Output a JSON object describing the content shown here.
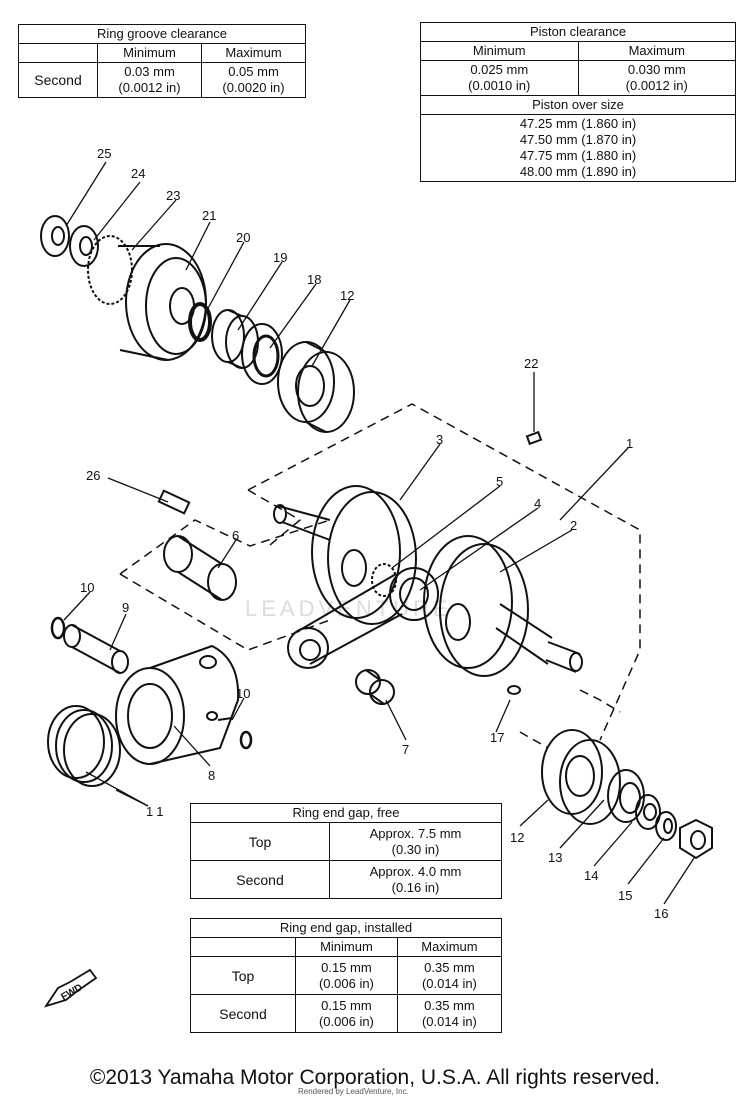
{
  "ring_groove_table": {
    "title": "Ring groove clearance",
    "col_min": "Minimum",
    "col_max": "Maximum",
    "row_label": "Second",
    "min_mm": "0.03 mm",
    "min_in": "(0.0012 in)",
    "max_mm": "0.05 mm",
    "max_in": "(0.0020 in)"
  },
  "piston_clearance_table": {
    "title": "Piston clearance",
    "col_min": "Minimum",
    "col_max": "Maximum",
    "min_mm": "0.025 mm",
    "min_in": "(0.0010 in)",
    "max_mm": "0.030 mm",
    "max_in": "(0.0012 in)",
    "oversize_title": "Piston over size",
    "oversizes": [
      "47.25 mm (1.860 in)",
      "47.50 mm (1.870 in)",
      "47.75 mm (1.880 in)",
      "48.00 mm (1.890 in)"
    ]
  },
  "ring_end_gap_free_table": {
    "title": "Ring end gap, free",
    "rows": [
      {
        "label": "Top",
        "value": "Approx. 7.5 mm",
        "value_in": "(0.30 in)"
      },
      {
        "label": "Second",
        "value": "Approx. 4.0 mm",
        "value_in": "(0.16 in)"
      }
    ]
  },
  "ring_end_gap_installed_table": {
    "title": "Ring end gap, installed",
    "col_min": "Minimum",
    "col_max": "Maximum",
    "rows": [
      {
        "label": "Top",
        "min_mm": "0.15 mm",
        "min_in": "(0.006 in)",
        "max_mm": "0.35 mm",
        "max_in": "(0.014 in)"
      },
      {
        "label": "Second",
        "min_mm": "0.15 mm",
        "min_in": "(0.006 in)",
        "max_mm": "0.35 mm",
        "max_in": "(0.014 in)"
      }
    ]
  },
  "part_numbers": {
    "p1": "1",
    "p2": "2",
    "p3": "3",
    "p4": "4",
    "p5": "5",
    "p6": "6",
    "p7": "7",
    "p8": "8",
    "p9": "9",
    "p10a": "10",
    "p10b": "10",
    "p11": "11",
    "p12a": "12",
    "p12b": "12",
    "p13": "13",
    "p14": "14",
    "p15": "15",
    "p16": "16",
    "p17": "17",
    "p18": "18",
    "p19": "19",
    "p20": "20",
    "p21": "21",
    "p22": "22",
    "p23": "23",
    "p24": "24",
    "p25": "25",
    "p26": "26"
  },
  "fwd_label": "FWD",
  "watermark": "LEADVENTURE",
  "copyright": "©2013 Yamaha Motor Corporation, U.S.A. All rights reserved.",
  "rendered_by": "Rendered by LeadVenture, Inc."
}
